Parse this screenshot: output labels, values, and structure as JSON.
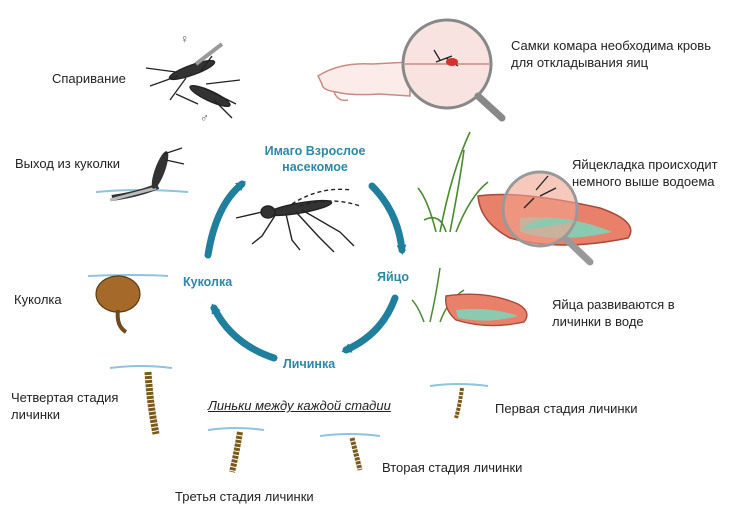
{
  "cycle": {
    "adult": "Имаго Взрослое насекомое",
    "egg": "Яйцо",
    "larva": "Личинка",
    "pupa": "Куколка",
    "arrow_color": "#1f7f9c"
  },
  "molts_header": "Линьки между каждой стадии",
  "labels": {
    "mating": "Спаривание",
    "blood": "Самки комара необходима кровь для откладывания яиц",
    "egg_laying": "Яйцекладка происходит немного выше водоема",
    "eggs_develop": "Яйца развиваются в личинки в воде",
    "emergence": "Выход из куколки",
    "pupa": "Куколка",
    "instar4": "Четвертая стадия личинки",
    "instar1": "Первая стадия личинки",
    "instar2": "Вторая стадия личинки",
    "instar3": "Третья стадия личинки"
  },
  "symbols": {
    "female": "♀",
    "male": "♂"
  },
  "icons": [
    "mosquito-icon",
    "magnifier-icon",
    "hand-icon",
    "grass-icon",
    "dish-icon",
    "pupa-icon",
    "larva-icon"
  ]
}
